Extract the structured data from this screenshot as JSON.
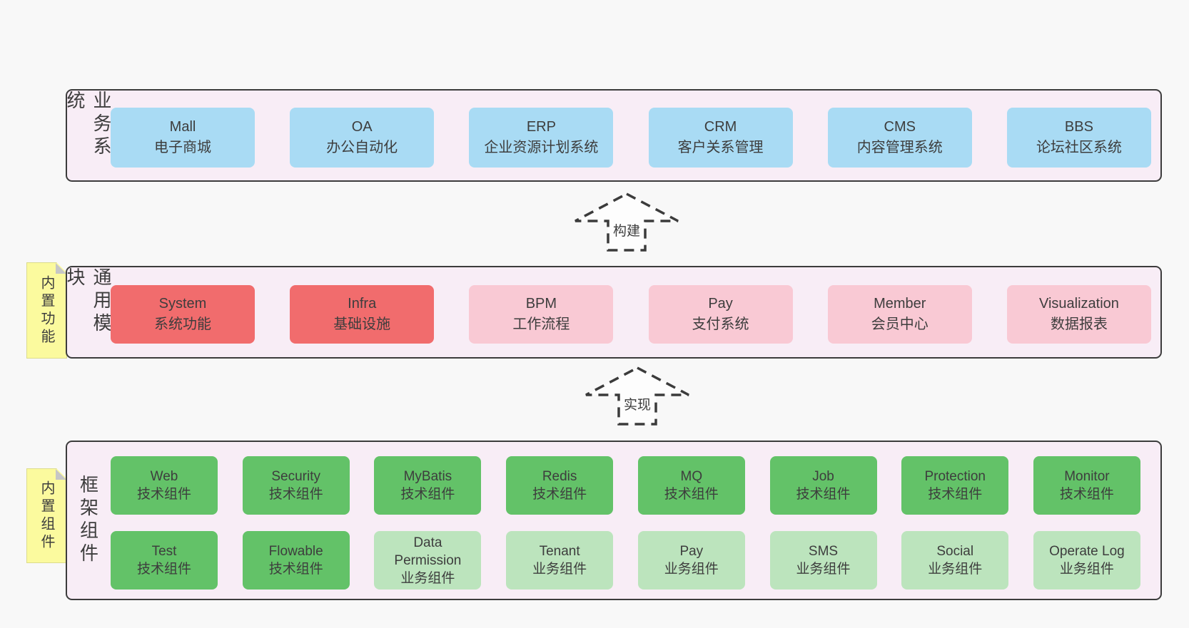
{
  "colors": {
    "page_bg": "#f8f8f8",
    "panel_bg": "#f8edf6",
    "panel_border": "#3c3c3c",
    "blue_box": "#a9dbf4",
    "red_box": "#f16c6d",
    "pink_box": "#f9c9d4",
    "green_box": "#63c268",
    "light_green_box": "#bce4bd",
    "note_yellow": "#fbfa9e",
    "note_fold_gray": "#c6c6c6",
    "text": "#3d3d3d"
  },
  "business_layer": {
    "side_label": "业务系统",
    "boxes": [
      {
        "title": "Mall",
        "subtitle": "电子商城",
        "variant": "blue"
      },
      {
        "title": "OA",
        "subtitle": "办公自动化",
        "variant": "blue"
      },
      {
        "title": "ERP",
        "subtitle": "企业资源计划系统",
        "variant": "blue"
      },
      {
        "title": "CRM",
        "subtitle": "客户关系管理",
        "variant": "blue"
      },
      {
        "title": "CMS",
        "subtitle": "内容管理系统",
        "variant": "blue"
      },
      {
        "title": "BBS",
        "subtitle": "论坛社区系统",
        "variant": "blue"
      }
    ]
  },
  "build_arrow": {
    "label": "构建"
  },
  "module_layer": {
    "side_label": "通用模块",
    "note": "内置功能",
    "boxes": [
      {
        "title": "System",
        "subtitle": "系统功能",
        "variant": "red"
      },
      {
        "title": "Infra",
        "subtitle": "基础设施",
        "variant": "red"
      },
      {
        "title": "BPM",
        "subtitle": "工作流程",
        "variant": "pink"
      },
      {
        "title": "Pay",
        "subtitle": "支付系统",
        "variant": "pink"
      },
      {
        "title": "Member",
        "subtitle": "会员中心",
        "variant": "pink"
      },
      {
        "title": "Visualization",
        "subtitle": "数据报表",
        "variant": "pink"
      }
    ]
  },
  "implement_arrow": {
    "label": "实现"
  },
  "framework_layer": {
    "side_label": "框架组件",
    "note": "内置组件",
    "row1": [
      {
        "title": "Web",
        "subtitle": "技术组件",
        "variant": "green"
      },
      {
        "title": "Security",
        "subtitle": "技术组件",
        "variant": "green"
      },
      {
        "title": "MyBatis",
        "subtitle": "技术组件",
        "variant": "green"
      },
      {
        "title": "Redis",
        "subtitle": "技术组件",
        "variant": "green"
      },
      {
        "title": "MQ",
        "subtitle": "技术组件",
        "variant": "green"
      },
      {
        "title": "Job",
        "subtitle": "技术组件",
        "variant": "green"
      },
      {
        "title": "Protection",
        "subtitle": "技术组件",
        "variant": "green"
      },
      {
        "title": "Monitor",
        "subtitle": "技术组件",
        "variant": "green"
      }
    ],
    "row2": [
      {
        "title": "Test",
        "subtitle": "技术组件",
        "variant": "green"
      },
      {
        "title": "Flowable",
        "subtitle": "技术组件",
        "variant": "green"
      },
      {
        "title": "Data Permission",
        "subtitle": "业务组件",
        "variant": "light_green"
      },
      {
        "title": "Tenant",
        "subtitle": "业务组件",
        "variant": "light_green"
      },
      {
        "title": "Pay",
        "subtitle": "业务组件",
        "variant": "light_green"
      },
      {
        "title": "SMS",
        "subtitle": "业务组件",
        "variant": "light_green"
      },
      {
        "title": "Social",
        "subtitle": "业务组件",
        "variant": "light_green"
      },
      {
        "title": "Operate Log",
        "subtitle": "业务组件",
        "variant": "light_green"
      }
    ]
  }
}
